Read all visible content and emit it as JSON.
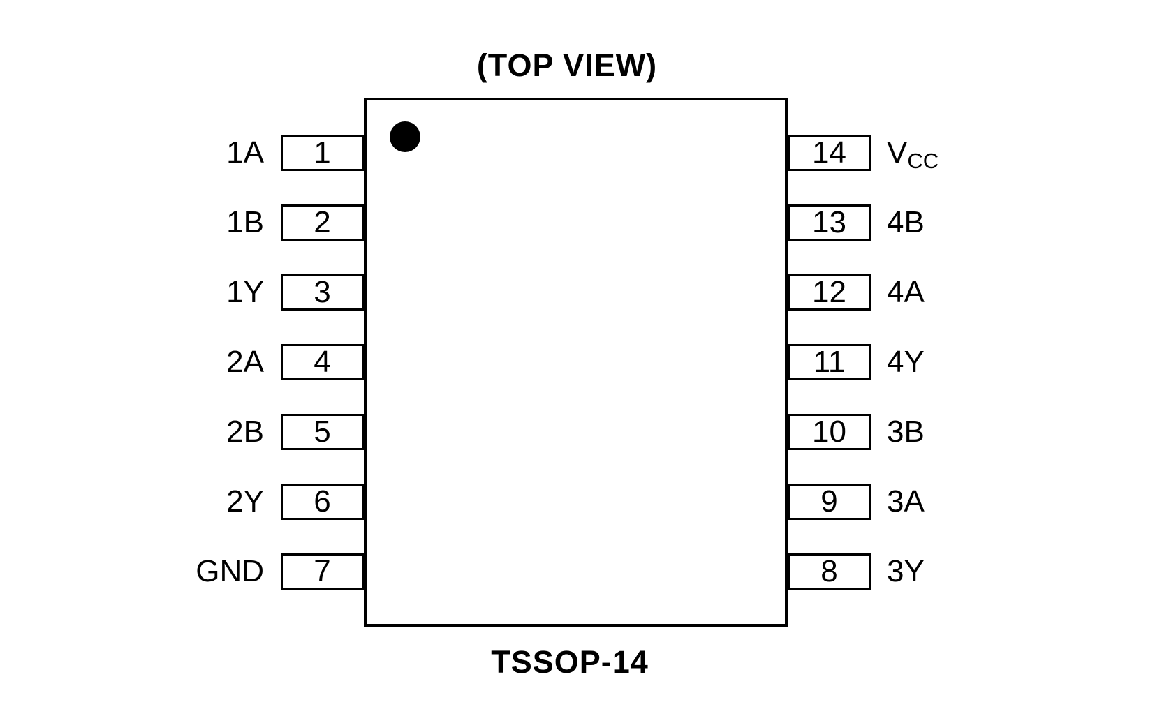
{
  "diagram": {
    "title": "(TOP VIEW)",
    "package_label": "TSSOP-14",
    "colors": {
      "line": "#000000",
      "background": "#ffffff",
      "pin1_indicator": "#000000"
    },
    "pin1_indicator": "filled-circle",
    "left_pins": [
      {
        "number": "1",
        "label": "1A"
      },
      {
        "number": "2",
        "label": "1B"
      },
      {
        "number": "3",
        "label": "1Y"
      },
      {
        "number": "4",
        "label": "2A"
      },
      {
        "number": "5",
        "label": "2B"
      },
      {
        "number": "6",
        "label": "2Y"
      },
      {
        "number": "7",
        "label": "GND"
      }
    ],
    "right_pins": [
      {
        "number": "14",
        "label_main": "V",
        "label_sub": "CC"
      },
      {
        "number": "13",
        "label": "4B"
      },
      {
        "number": "12",
        "label": "4A"
      },
      {
        "number": "11",
        "label": "4Y"
      },
      {
        "number": "10",
        "label": "3B"
      },
      {
        "number": "9",
        "label": "3A"
      },
      {
        "number": "8",
        "label": "3Y"
      }
    ]
  }
}
